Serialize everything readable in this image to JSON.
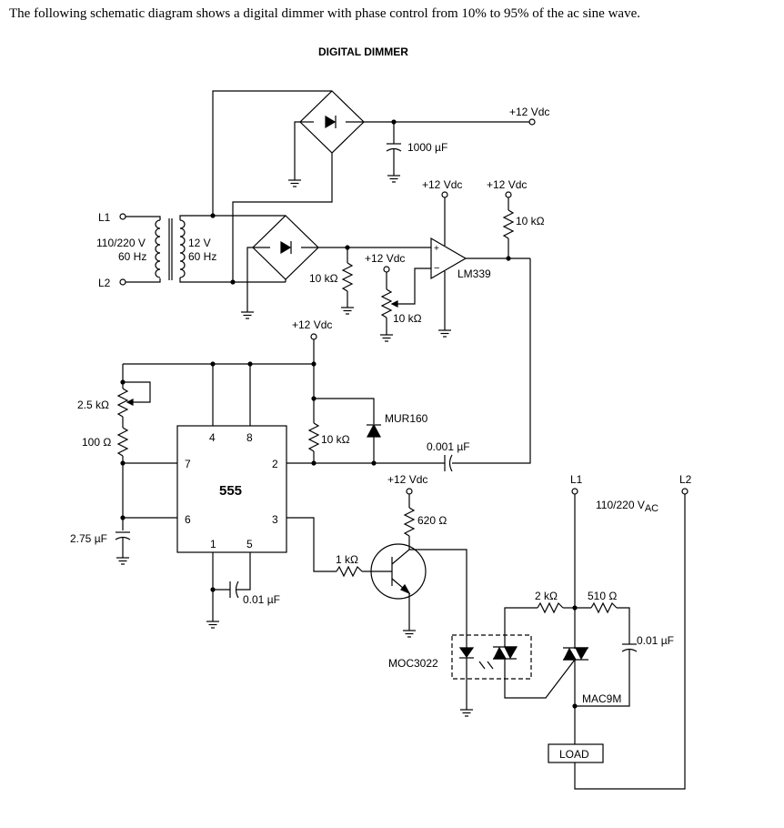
{
  "intro_text": "The following schematic diagram shows a digital dimmer with phase control from 10% to 95% of the ac sine wave.",
  "title": "DIGITAL DIMMER",
  "labels": {
    "supply_top": "+12 Vdc",
    "cap_1000": "1000 µF",
    "l1_in": "L1",
    "l2_in": "L2",
    "mains_line1": "110/220 V",
    "mains_line2": "60 Hz",
    "secondary_line1": "12 V",
    "secondary_line2": "60 Hz",
    "vdc_cmp_a": "+12 Vdc",
    "vdc_cmp_b": "+12 Vdc",
    "r_pullup": "10 kΩ",
    "r_bridge": "10 kΩ",
    "vdc_pot": "+12 Vdc",
    "r_pot": "10 kΩ",
    "comparator": "LM339",
    "vdc_555": "+12 Vdc",
    "pot_25k": "2.5 kΩ",
    "r_100": "100 Ω",
    "cap_275": "2.75 µF",
    "ic_555": "555",
    "pin4": "4",
    "pin8": "8",
    "pin7": "7",
    "pin2": "2",
    "pin6": "6",
    "pin3": "3",
    "pin1": "1",
    "pin5": "5",
    "cap_001_pin5": "0.01 µF",
    "r_10k_trig": "10 kΩ",
    "diode_mur": "MUR160",
    "cap_0001": "0.001 µF",
    "vdc_transistor": "+12 Vdc",
    "r_620": "620 Ω",
    "r_1k": "1 kΩ",
    "l1_out": "L1",
    "l2_out": "L2",
    "ac_voltage": "110/220 V",
    "ac_subscript": "AC",
    "r_2k": "2 kΩ",
    "r_510": "510 Ω",
    "cap_001_snub": "0.01 µF",
    "opto": "MOC3022",
    "triac": "MAC9M",
    "load": "LOAD"
  }
}
